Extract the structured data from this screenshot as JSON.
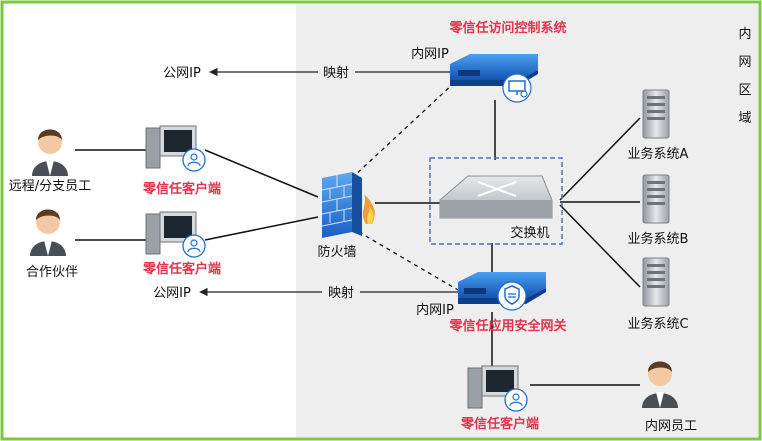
{
  "diagram": {
    "zones": {
      "intranet_label_chars": [
        "内",
        "网",
        "区",
        "域"
      ]
    },
    "systems": {
      "access_control": "零信任访问控制系统",
      "app_gateway": "零信任应用安全网关"
    },
    "labels": {
      "inner_ip_top": "内网IP",
      "inner_ip_bottom": "内网IP",
      "public_ip_top": "公网IP",
      "public_ip_bottom": "公网IP",
      "mapping_top": "映射",
      "mapping_bottom": "映射",
      "firewall": "防火墙",
      "switch": "交换机"
    },
    "users": {
      "remote": "远程/分支员工",
      "partner": "合作伙伴",
      "internal": "内网员工"
    },
    "clients": {
      "client1": "零信任客户端",
      "client2": "零信任客户端",
      "client3": "零信任客户端"
    },
    "business": [
      "业务系统A",
      "业务系统B",
      "业务系统C"
    ],
    "colors": {
      "border": "#7ac943",
      "intranet_bg": "#eeeeee",
      "accent_red": "#e3344e",
      "device_blue": "#1f6fd1",
      "dash_blue": "#4a73b8"
    }
  }
}
